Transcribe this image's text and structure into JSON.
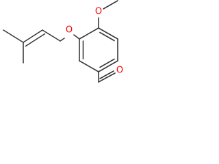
{
  "molecule": {
    "atoms": {
      "ether_oxygen": {
        "symbol": "O",
        "color": "#ff0000"
      },
      "methoxy_oxygen": {
        "symbol": "O",
        "color": "#ff0000"
      },
      "aldehyde_oxygen": {
        "symbol": "O",
        "color": "#ff0000"
      }
    },
    "colors": {
      "bond": "#3a3a3a",
      "oxygen": "#ff0000",
      "background": "#ffffff"
    }
  }
}
